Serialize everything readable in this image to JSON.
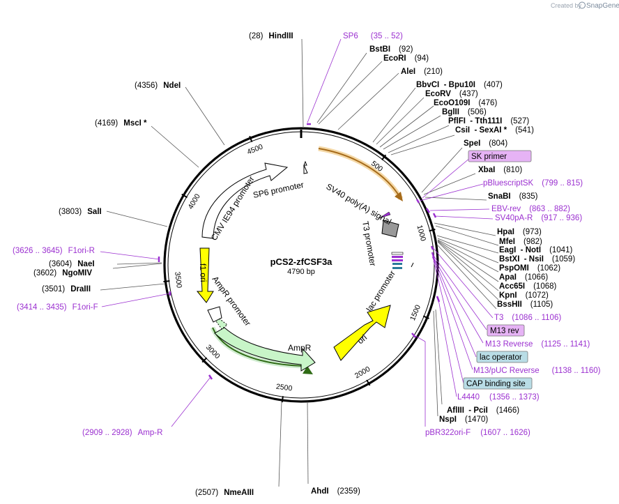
{
  "credit": {
    "prefix": "Created by",
    "brand": "SnapGene"
  },
  "plasmid": {
    "name": "pCS2-zfCSF3a",
    "length": "4790 bp"
  },
  "ticks": [
    "500",
    "1000",
    "1500",
    "2000",
    "2500",
    "3000",
    "3500",
    "4000",
    "4500"
  ],
  "features": {
    "sv40": "SV40 poly(A) signal",
    "t3": "T3 promoter",
    "lac": "lac promoter",
    "ori": "ori",
    "ampr": "AmpR",
    "ampr_promoter": "AmpR promoter",
    "f1ori": "f1 ori",
    "cmv": "CMV IE94 promoter",
    "sp6": "SP6 promoter"
  },
  "enzymes": [
    {
      "pos": "(28)",
      "name": "HindIII"
    },
    {
      "name": "BstBI",
      "pos": "(92)"
    },
    {
      "name": "EcoRI",
      "pos": "(94)"
    },
    {
      "name": "AleI",
      "pos": "(210)"
    },
    {
      "name": "BbvCI  - Bpu10I",
      "pos": "(407)"
    },
    {
      "name": "EcoRV",
      "pos": "(437)"
    },
    {
      "name": "EcoO109I",
      "pos": "(476)"
    },
    {
      "name": "BglII",
      "pos": "(506)"
    },
    {
      "name": "PflFI  - Tth111I",
      "pos": "(527)"
    },
    {
      "name": "CsiI  - SexAI *",
      "pos": "(541)"
    },
    {
      "name": "SpeI",
      "pos": "(804)"
    },
    {
      "name": "XbaI",
      "pos": "(810)"
    },
    {
      "name": "SnaBI",
      "pos": "(835)"
    },
    {
      "name": "HpaI",
      "pos": "(973)"
    },
    {
      "name": "MfeI",
      "pos": "(982)"
    },
    {
      "name": "EagI  - NotI",
      "pos": "(1041)"
    },
    {
      "name": "BstXI  - NsiI",
      "pos": "(1059)"
    },
    {
      "name": "PspOMI",
      "pos": "(1062)"
    },
    {
      "name": "ApaI",
      "pos": "(1066)"
    },
    {
      "name": "Acc65I",
      "pos": "(1068)"
    },
    {
      "name": "KpnI",
      "pos": "(1072)"
    },
    {
      "name": "BssHII",
      "pos": "(1105)"
    },
    {
      "name": "AflIII  - PciI",
      "pos": "(1466)"
    },
    {
      "name": "NspI",
      "pos": "(1470)"
    },
    {
      "name": "AhdI",
      "pos": "(2359)"
    },
    {
      "pos": "(2507)",
      "name": "NmeAIII"
    },
    {
      "pos": "(3501)",
      "name": "DraIII"
    },
    {
      "pos": "(3602)",
      "name": "NgoMIV"
    },
    {
      "pos": "(3604)",
      "name": "NaeI"
    },
    {
      "pos": "(3803)",
      "name": "SalI"
    },
    {
      "pos": "(4169)",
      "name": "MscI *"
    },
    {
      "pos": "(4356)",
      "name": "NdeI"
    }
  ],
  "primers": {
    "sp6": {
      "name": "SP6",
      "range": "(35 .. 52)"
    },
    "sk": {
      "name": "SK primer"
    },
    "pbluescriptsk": {
      "name": "pBluescriptSK",
      "range": "(799 .. 815)"
    },
    "ebvrev": {
      "name": "EBV-rev",
      "range": "(863 .. 882)"
    },
    "sv40par": {
      "name": "SV40pA-R",
      "range": "(917 .. 936)"
    },
    "t3": {
      "name": "T3",
      "range": "(1086 .. 1106)"
    },
    "m13rev": {
      "name": "M13 rev"
    },
    "m13reverse": {
      "name": "M13 Reverse",
      "range": "(1125 .. 1141)"
    },
    "lacop": {
      "name": "lac operator"
    },
    "m13puc": {
      "name": "M13/pUC Reverse",
      "range": "(1138 .. 1160)"
    },
    "cap": {
      "name": "CAP binding site"
    },
    "l4440": {
      "name": "L4440",
      "range": "(1356 .. 1373)"
    },
    "pbr322": {
      "name": "pBR322ori-F",
      "range": "(1607 .. 1626)"
    },
    "f1orir": {
      "range": "(3626 .. 3645)",
      "name": "F1ori-R"
    },
    "f1orif": {
      "range": "(3414 .. 3435)",
      "name": "F1ori-F"
    },
    "ampr": {
      "range": "(2909 .. 2928)",
      "name": "Amp-R"
    }
  },
  "colors": {
    "primer": "#9b30d0",
    "ori": "#ffff00",
    "ampr": "#c8f5c8",
    "polya": "#999999",
    "promoter_outline": "#ffffff",
    "primer_box": "#e6b3f5",
    "feature_box": "#b9dde6"
  }
}
